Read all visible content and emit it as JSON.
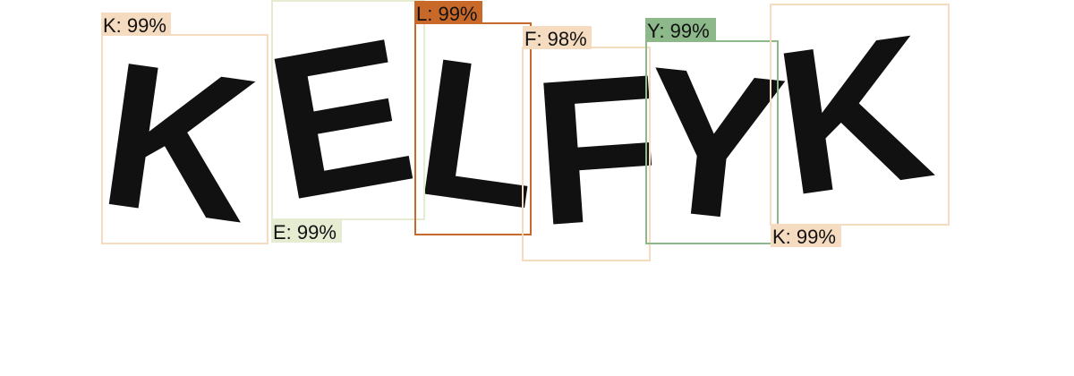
{
  "detections": [
    {
      "label": "K: 99%",
      "glyph": "K",
      "color": "#f5dcc0",
      "label_text_color": "#111111"
    },
    {
      "label": "E: 99%",
      "glyph": "E",
      "color": "#e6ecd2",
      "label_text_color": "#111111"
    },
    {
      "label": "L: 99%",
      "glyph": "L",
      "color": "#c8692a",
      "label_text_color": "#111111"
    },
    {
      "label": "F: 98%",
      "glyph": "F",
      "color": "#f5dcc0",
      "label_text_color": "#111111"
    },
    {
      "label": "Y: 99%",
      "glyph": "Y",
      "color": "#8db88a",
      "label_text_color": "#111111"
    },
    {
      "label": "K: 99%",
      "glyph": "K",
      "color": "#f5dcc0",
      "label_text_color": "#111111"
    }
  ]
}
